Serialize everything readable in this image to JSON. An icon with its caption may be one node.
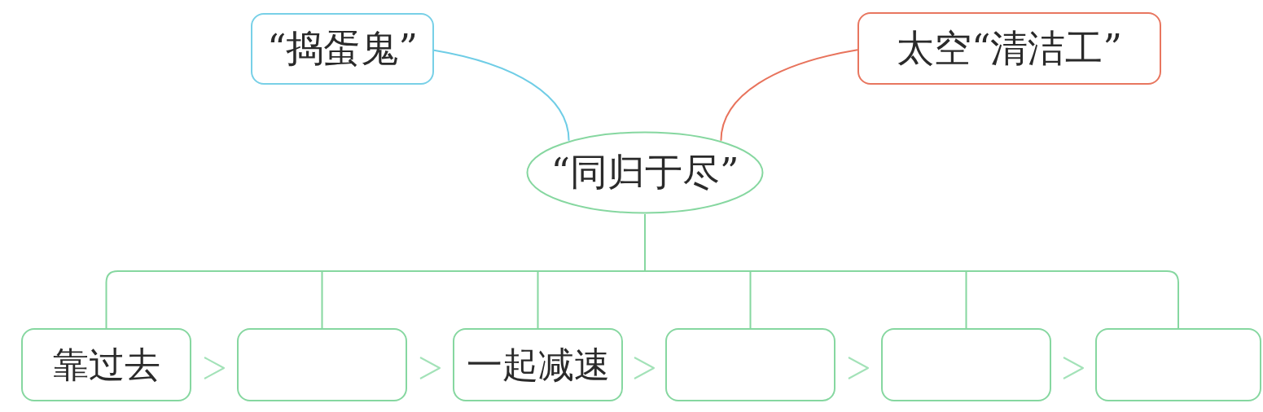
{
  "diagram": {
    "nodes": [
      {
        "text": [
          "“捣蛋鬼”"
        ]
      },
      {
        "text": [
          "太空“清洁工”"
        ]
      },
      {
        "text": [
          "“同归于尽”"
        ]
      },
      {
        "text": [
          "靠过去"
        ]
      },
      {
        "text": [],
        "shape": "box"
      },
      {
        "text": [
          "一起减速"
        ]
      },
      {
        "text": [],
        "shape": "box"
      },
      {
        "text": [],
        "shape": "box"
      },
      {
        "text": [],
        "shape": "box"
      }
    ],
    "edges": [
      {
        "from": 0,
        "to": 2,
        "arrow": "none",
        "color": "#6fcde6"
      },
      {
        "from": 1,
        "to": 2,
        "arrow": "none",
        "color": "#e8735c"
      },
      {
        "from": 2,
        "to": 3,
        "arrow": "none"
      },
      {
        "from": 2,
        "to": 4,
        "arrow": "none"
      },
      {
        "from": 2,
        "to": 5,
        "arrow": "none"
      },
      {
        "from": 2,
        "to": 6,
        "arrow": "none"
      },
      {
        "from": 2,
        "to": 7,
        "arrow": "none"
      },
      {
        "from": 2,
        "to": 8,
        "arrow": "none"
      },
      {
        "from": 3,
        "to": 4,
        "arrow": "to"
      },
      {
        "from": 4,
        "to": 5,
        "arrow": "to"
      },
      {
        "from": 5,
        "to": 6,
        "arrow": "to"
      },
      {
        "from": 6,
        "to": 7,
        "arrow": "to"
      },
      {
        "from": 7,
        "to": 8,
        "arrow": "to"
      }
    ]
  }
}
